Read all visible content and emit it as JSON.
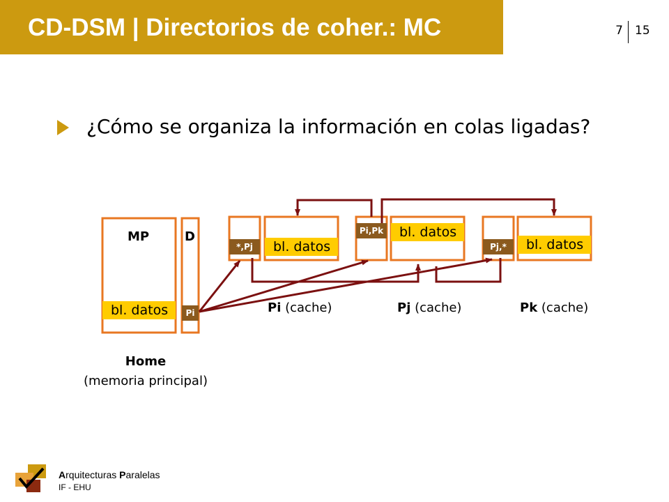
{
  "header": {
    "title": "CD-DSM",
    "title_separator": "|",
    "subtitle": "Directorios de coher.: MC",
    "chapter": "7",
    "slide": "15"
  },
  "question": "¿Cómo se organiza la información en colas ligadas?",
  "diagram": {
    "home": {
      "mp_label": "MP",
      "d_label": "D",
      "data_label": "bl. datos",
      "dir_entry": "Pi",
      "caption_bold": "Home",
      "caption_sub": "(memoria principal)"
    },
    "caches": [
      {
        "tag": "*,Pj",
        "data_label": "bl. datos",
        "name": "Pi",
        "suffix": " (cache)"
      },
      {
        "tag": "Pi,Pk",
        "data_label": "bl. datos",
        "name": "Pj",
        "suffix": " (cache)"
      },
      {
        "tag": "Pj,*",
        "data_label": "bl. datos",
        "name": "Pk",
        "suffix": " (cache)"
      }
    ]
  },
  "footer": {
    "title_parts": [
      "A",
      "rquitecturas ",
      "P",
      "aralelas"
    ],
    "subtitle": "IF - EHU"
  },
  "colors": {
    "header_bar": "#cc9a10",
    "box_border": "#e87722",
    "data_fill": "#ffcc00",
    "tag_fill": "#8b5a1e",
    "link_arrow": "#7b1010"
  }
}
